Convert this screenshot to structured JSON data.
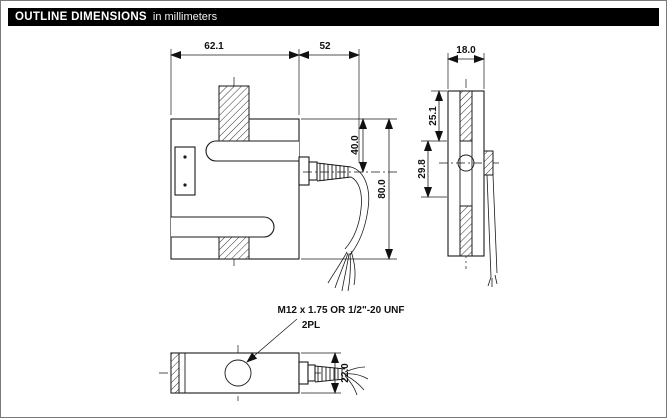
{
  "header": {
    "title": "OUTLINE DIMENSIONS",
    "subtitle": "in millimeters"
  },
  "dimensions": {
    "front_width": "62.1",
    "cable_length": "52",
    "side_width": "18.0",
    "top_to_cable": "40.0",
    "front_height": "80.0",
    "upper_side": "25.1",
    "lower_side": "29.8",
    "bottom_height": "22.0"
  },
  "notes": {
    "thread": "M12 x 1.75 OR 1/2\"-20 UNF",
    "places": "2PL"
  },
  "colors": {
    "line": "#1a1a1a",
    "header_bg": "#000000",
    "header_text": "#ffffff"
  }
}
